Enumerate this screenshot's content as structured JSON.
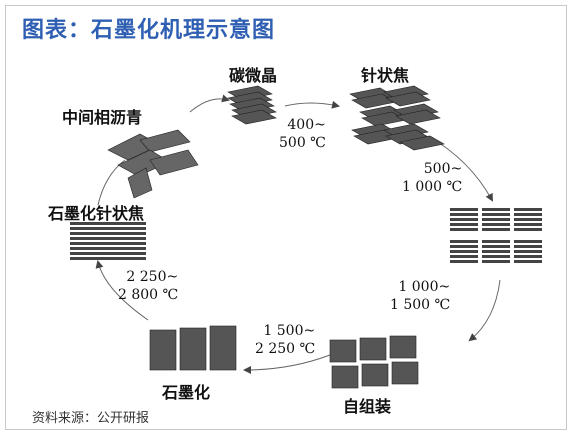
{
  "title": "图表：石墨化机理示意图",
  "source": "资料来源：公开研报",
  "stages": {
    "microcrystal": "碳微晶",
    "needle_coke": "针状焦",
    "mesophase": "中间相沥青",
    "needle_graphite": "石墨化针状焦",
    "self_assembled": "自组装",
    "graphite": "石墨化"
  },
  "temperatures": {
    "t1_low": "400~",
    "t1_high": "500 ℃",
    "t2_low": "500~",
    "t2_high": "1 000 ℃",
    "t3_low": "1 000~",
    "t3_high": "1 500 ℃",
    "t4_low": "1 500~",
    "t4_high": "2 250 ℃",
    "t5_low": "2 250~",
    "t5_high": "2 800 ℃"
  }
}
